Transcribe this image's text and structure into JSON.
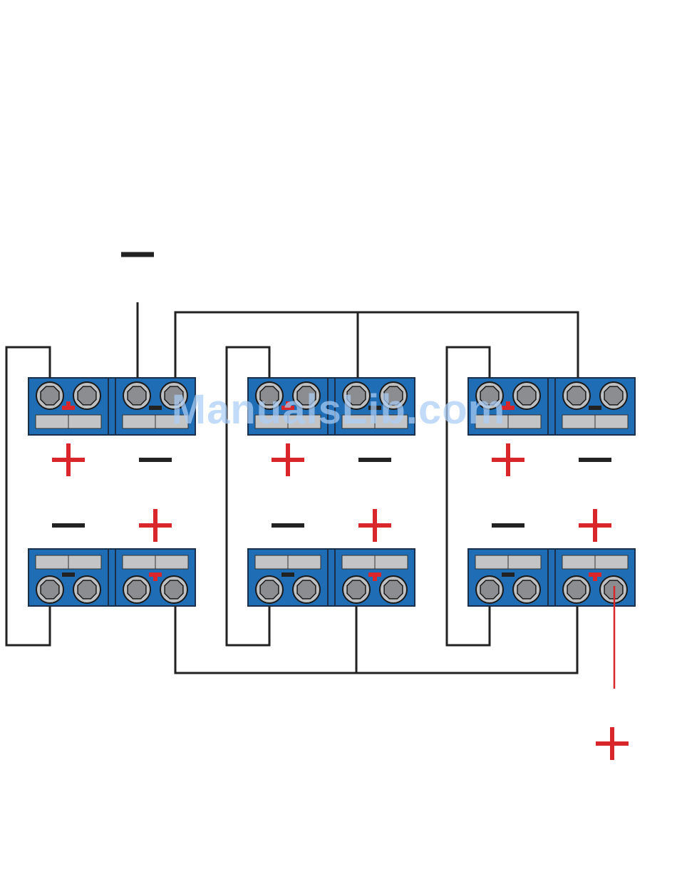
{
  "diagram": {
    "polarity_signs": {
      "plus": "+",
      "minus": "−"
    },
    "colors": {
      "battery_body": "#1f6db5",
      "battery_outline": "#1b2f4a",
      "label_panel": "#c2c4c6",
      "terminal_outer": "#bfc0c2",
      "terminal_inner": "#8b8d90",
      "wire": "#222222",
      "positive": "#d9262b",
      "negative": "#222222",
      "background": "#ffffff"
    },
    "battery_pairs": [
      {
        "top_row": [
          {
            "polarity": "positive",
            "label": "+"
          },
          {
            "polarity": "negative",
            "label": "−"
          }
        ],
        "bottom_row": [
          {
            "polarity": "negative",
            "label": "−"
          },
          {
            "polarity": "positive",
            "label": "+"
          }
        ]
      },
      {
        "top_row": [
          {
            "polarity": "positive",
            "label": "+"
          },
          {
            "polarity": "negative",
            "label": "−"
          }
        ],
        "bottom_row": [
          {
            "polarity": "negative",
            "label": "−"
          },
          {
            "polarity": "positive",
            "label": "+"
          }
        ]
      },
      {
        "top_row": [
          {
            "polarity": "positive",
            "label": "+"
          },
          {
            "polarity": "negative",
            "label": "−"
          }
        ],
        "bottom_row": [
          {
            "polarity": "negative",
            "label": "−"
          },
          {
            "polarity": "positive",
            "label": "+"
          }
        ]
      }
    ],
    "system_output": {
      "negative_label": "−",
      "positive_label": "+"
    }
  },
  "watermark": {
    "text": "ManualsLib.com"
  }
}
